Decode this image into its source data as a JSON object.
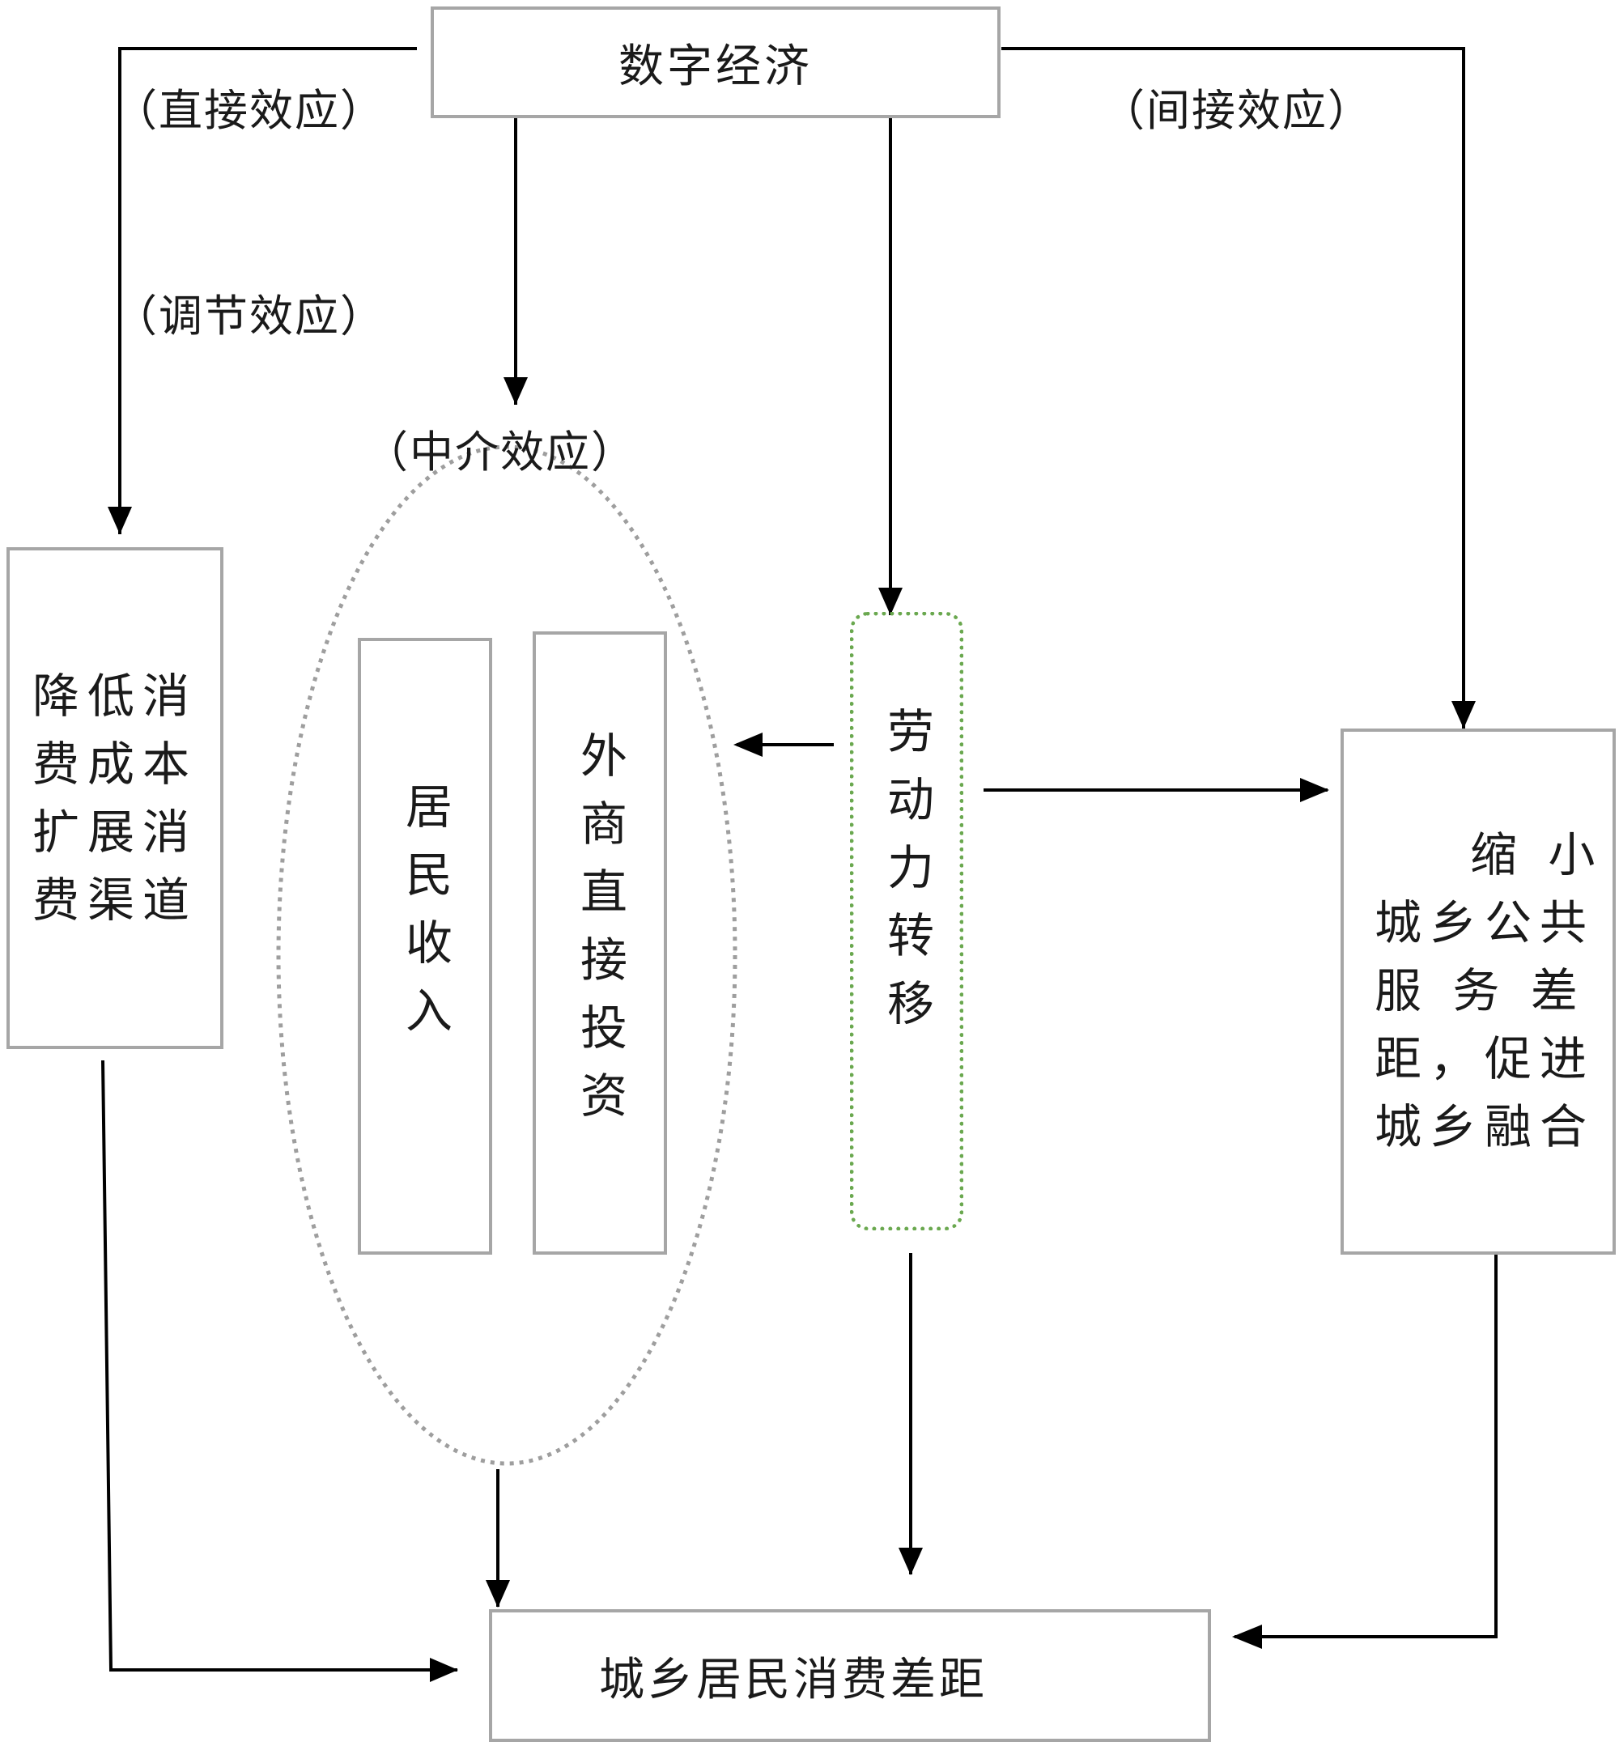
{
  "nodes": {
    "digital_economy": "数字经济",
    "consumption_gap": "城乡居民消费差距",
    "reduce_cost_lines": [
      "降低消",
      "费成本",
      "扩展消",
      "费渠道"
    ],
    "resident_income": "居民收入",
    "fdi": "外商直接投资",
    "labor_transfer": "劳动力转移",
    "public_service_lines": [
      "缩 小",
      "城乡公共",
      "服 务 差",
      "距，促进",
      "城乡融合"
    ]
  },
  "labels": {
    "direct_effect": "（直接效应）",
    "indirect_effect": "（间接效应）",
    "moderating_effect": "（调节效应）",
    "mediating_effect": "（中介效应）"
  },
  "colors": {
    "line": "#000000",
    "box_border": "#a6a6a6",
    "ellipse_border": "#9e9e9e",
    "labor_border": "#6aa84f"
  }
}
